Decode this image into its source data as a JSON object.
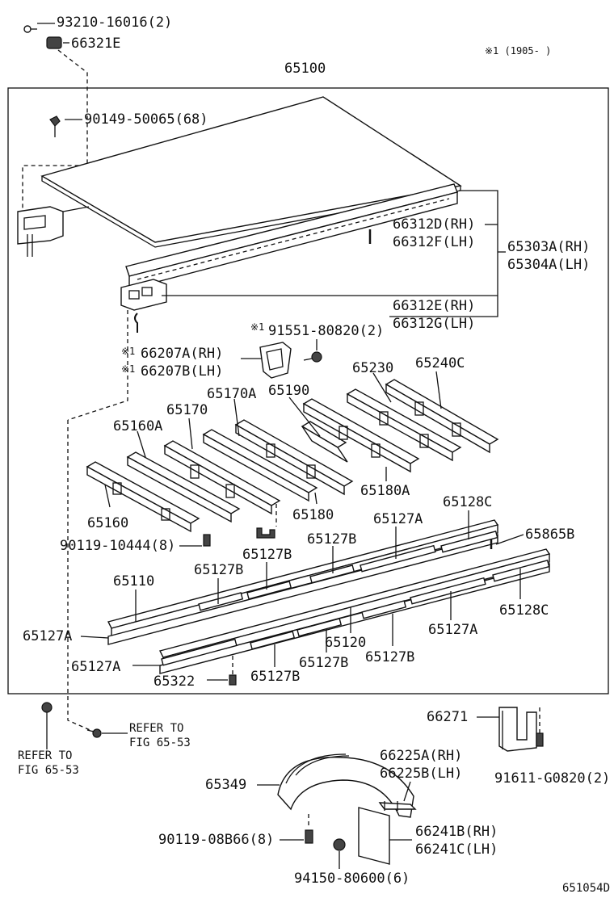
{
  "diagram": {
    "note": "※1 (1905-     )",
    "figure_code": "651054D",
    "assembly": "65100",
    "labels": {
      "l93210": "93210-16016(2)",
      "l66321E": "66321E",
      "l90149": "90149-50065(68)",
      "l66312D": "66312D(RH)",
      "l66312F": "66312F(LH)",
      "l65303A": "65303A(RH)",
      "l65304A": "65304A(LH)",
      "l66312E": "66312E(RH)",
      "l66312G": "66312G(LH)",
      "l91551": "91551-80820(2)",
      "l66207A": "66207A(RH)",
      "l66207B": "66207B(LH)",
      "l65230": "65230",
      "l65240C": "65240C",
      "l65170A": "65170A",
      "l65190": "65190",
      "l65170": "65170",
      "l65160A": "65160A",
      "l65180A": "65180A",
      "l65160": "65160",
      "l65180": "65180",
      "l65128C_a": "65128C",
      "l65127A_a": "65127A",
      "l65865B": "65865B",
      "l90119_10444": "90119-10444(8)",
      "l65127B_a": "65127B",
      "l65127B_b": "65127B",
      "l65127B_c": "65127B",
      "l65110": "65110",
      "l65128C_b": "65128C",
      "l65127A_b": "65127A",
      "l65120": "65120",
      "l65127A_c": "65127A",
      "l65127B_d": "65127B",
      "l65127A_d": "65127A",
      "l65322": "65322",
      "l65127B_e": "65127B",
      "l65127B_f": "65127B",
      "l66271": "66271",
      "l_refer_r1": "REFER TO",
      "l_refer_r2": "FIG 65-53",
      "l_refer_l1": "REFER TO",
      "l_refer_l2": "FIG 65-53",
      "l66225A": "66225A(RH)",
      "l66225B": "66225B(LH)",
      "l91611": "91611-G0820(2)",
      "l65349": "65349",
      "l66241B": "66241B(RH)",
      "l66241C": "66241C(LH)",
      "l90119_08B66": "90119-08B66(8)",
      "l94150": "94150-80600(6)"
    }
  }
}
